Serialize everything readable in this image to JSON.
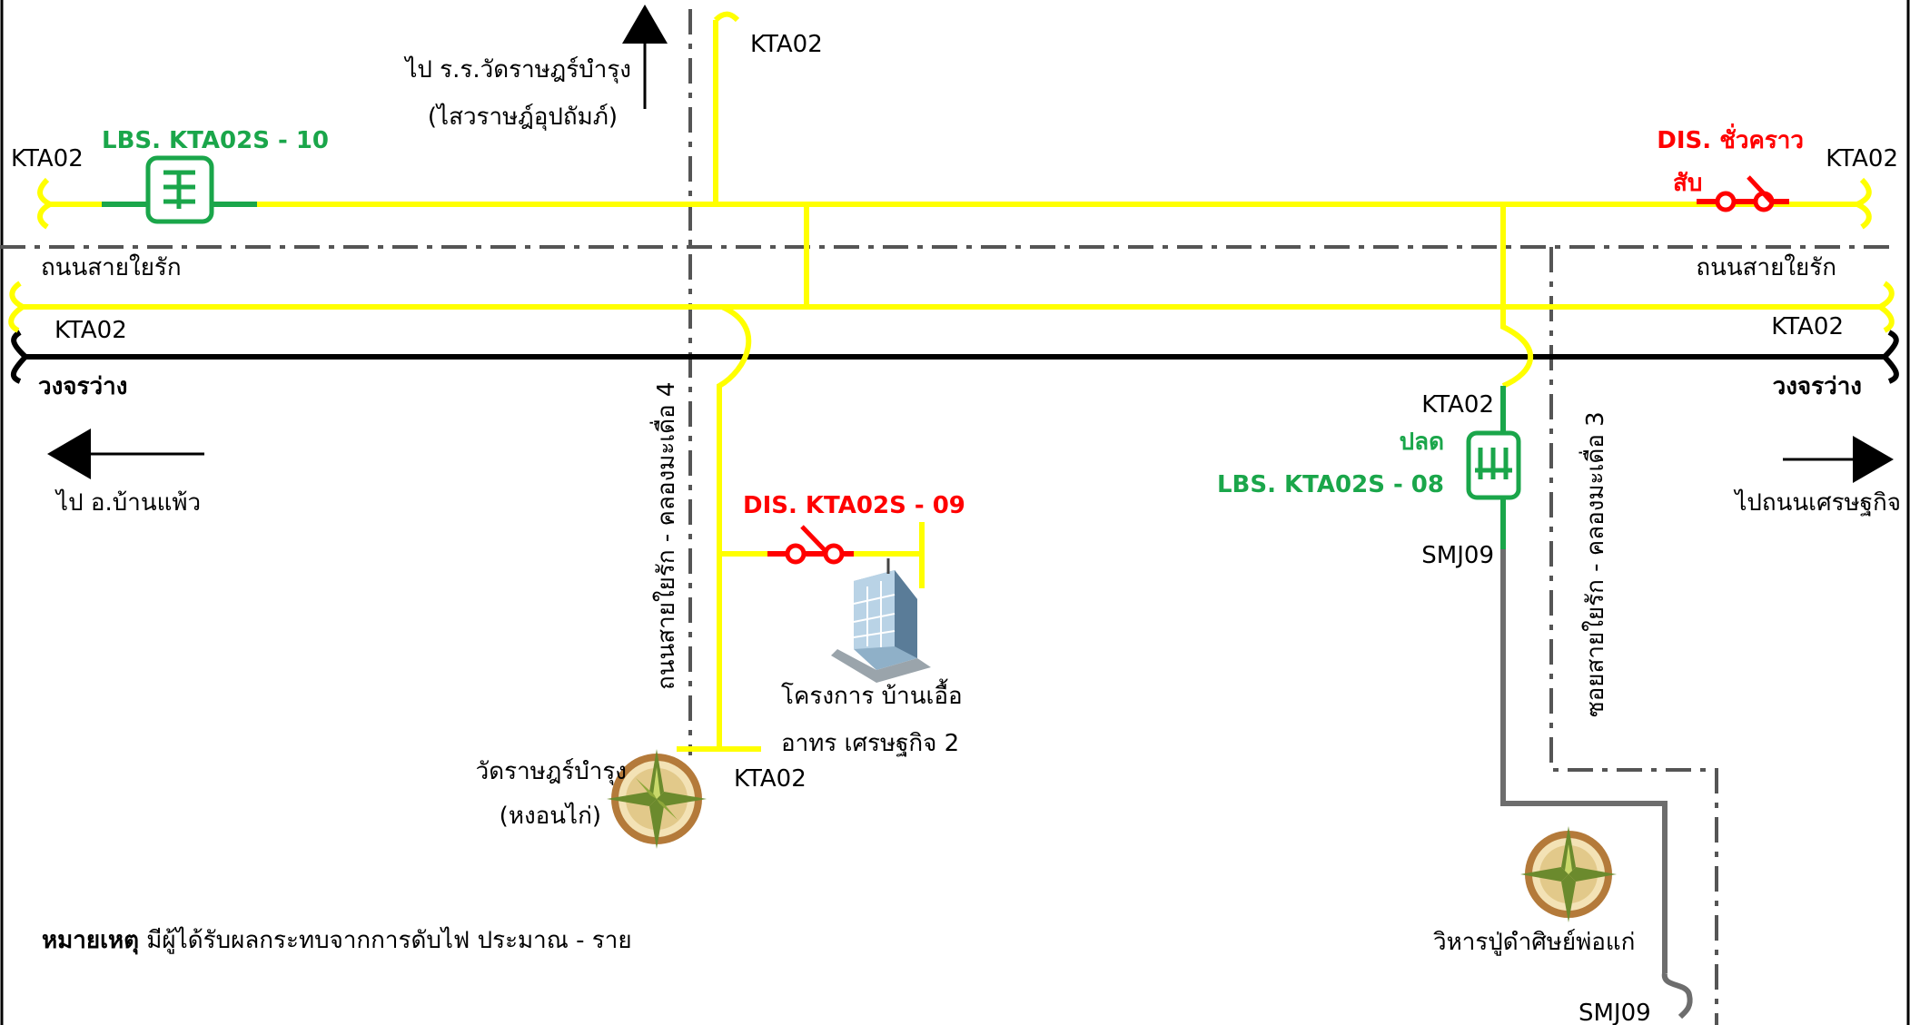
{
  "colors": {
    "feeder": "#ffff00",
    "bus_black": "#000000",
    "road_dash": "#555555",
    "lbs_green": "#1aa64a",
    "dis_red": "#ff0000",
    "gray_line": "#6d6d6d"
  },
  "icons": [
    "lbs-switch-icon",
    "dis-switch-icon",
    "building-icon",
    "compass-temple-icon",
    "arrow-up-icon",
    "arrow-left-icon",
    "arrow-right-icon"
  ],
  "labels": {
    "kta02_top": "KTA02",
    "dest_school_line1": "ไป ร.ร.วัดราษฎร์บำรุง",
    "dest_school_line2": "(ไสวราษฎ์อุปถัมภ์)",
    "kta02_left_upper": "KTA02",
    "lbs10": "LBS. KTA02S - 10",
    "dis_temp": "DIS. ชั่วคราว",
    "dis_temp_state": "สับ",
    "kta02_right_upper": "KTA02",
    "road_left": "ถนนสายใยรัก",
    "road_right": "ถนนสายใยรัก",
    "kta02_left_lower": "KTA02",
    "kta02_right_lower": "KTA02",
    "bus_left": "วงจรว่าง",
    "bus_right": "วงจรว่าง",
    "kta02_lbs08_top": "KTA02",
    "lbs08_state": "ปลด",
    "lbs08": "LBS. KTA02S - 08",
    "smj09_upper": "SMJ09",
    "road_vertical_left": "ถนนสายใยรัก - คลองมะเดื่อ 4",
    "road_vertical_right": "ซอยสายใยรัก - คลองมะเดื่อ 3",
    "dest_left": "ไป อ.บ้านแพ้ว",
    "dest_right": "ไปถนนเศรษฐกิจ",
    "dis09": "DIS. KTA02S - 09",
    "project_line1": "โครงการ บ้านเอื้อ",
    "project_line2": "อาทร เศรษฐกิจ 2",
    "temple_left_line1": "วัดราษฎร์บำรุง",
    "temple_left_line2": "(หงอนไก่)",
    "kta02_bottom": "KTA02",
    "temple_right": "วิหารปู่ดำศิษย์พ่อแก่",
    "smj09_bottom": "SMJ09",
    "note_prefix": "หมายเหตุ",
    "note_text": " มีผู้ได้รับผลกระทบจากการดับไฟ ประมาณ - ราย"
  }
}
